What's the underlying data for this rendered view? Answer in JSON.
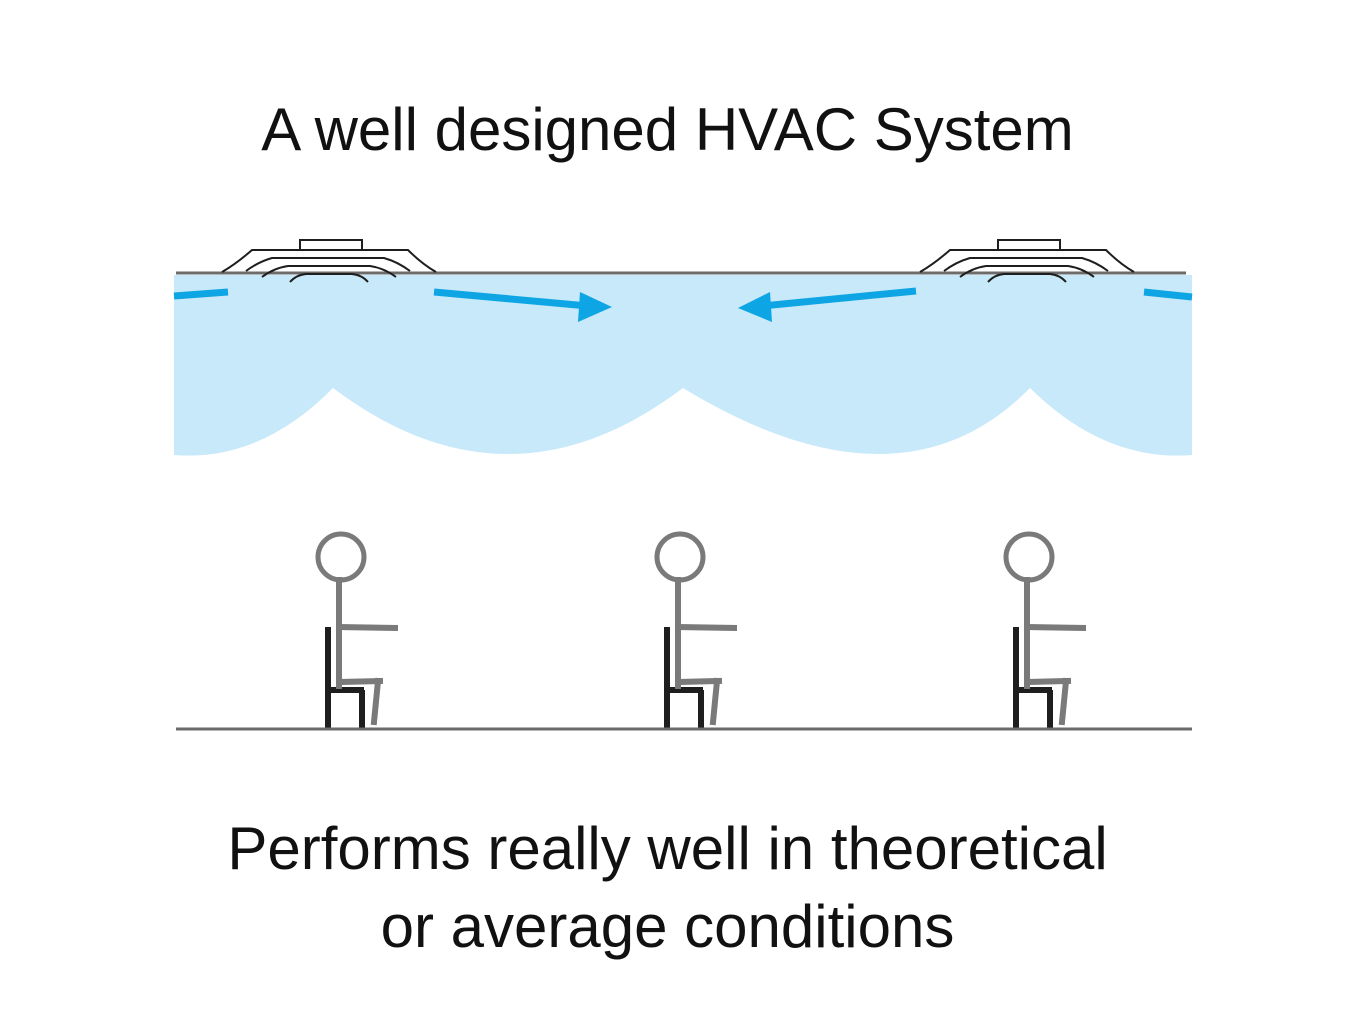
{
  "title": "A well designed HVAC System",
  "caption": {
    "line1": "Performs really well in theoretical",
    "line2": "or average conditions"
  },
  "colors": {
    "air_zone": "#c8e9fa",
    "airflow_arrow": "#0ea5e4",
    "ceiling_line": "#6b6b6b",
    "person": "#7a7a7a",
    "chair": "#1e1e1e"
  },
  "icons": {
    "diffuser": "ceiling-diffuser-icon",
    "person": "seated-person-icon",
    "chair": "chair-icon"
  }
}
